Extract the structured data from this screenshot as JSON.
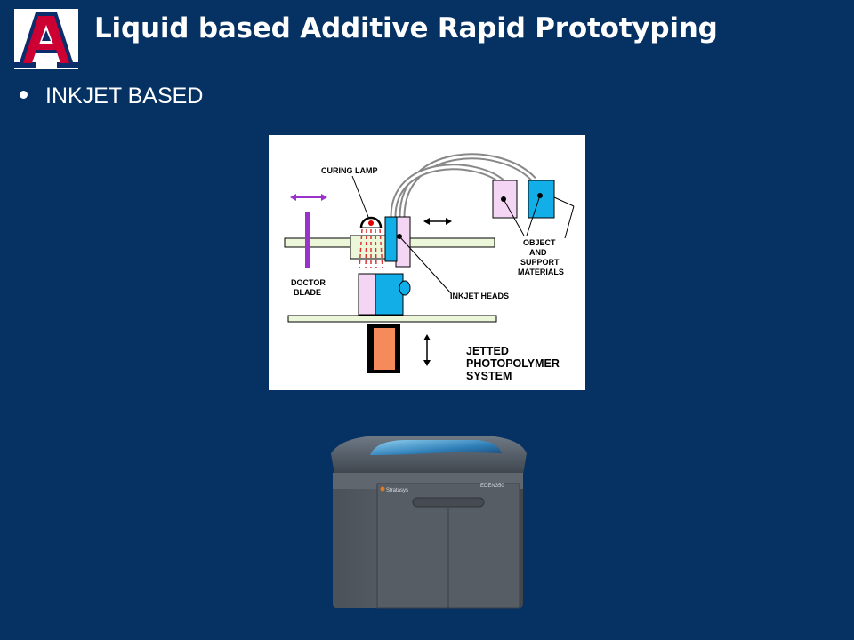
{
  "header": {
    "title": "Liquid based Additive Rapid Prototyping",
    "logo_letter": "A"
  },
  "bullets": [
    {
      "text": "INKJET BASED"
    }
  ],
  "diagram": {
    "curing_lamp": "CURING LAMP",
    "doctor_line1": "DOCTOR",
    "doctor_line2": "BLADE",
    "inkjet_heads": "INKJET HEADS",
    "materials_line1": "OBJECT",
    "materials_line2": "AND",
    "materials_line3": "SUPPORT",
    "materials_line4": "MATERIALS",
    "system_line1": "JETTED",
    "system_line2": "PHOTOPOLYMER",
    "system_line3": "SYSTEM"
  },
  "printer": {
    "brand": "Stratasys",
    "model": "EDEN350"
  },
  "colors": {
    "background": "#063163",
    "logo_red": "#cc0033",
    "blade_purple": "#9933cc",
    "head_cyan": "#12aee8",
    "material_pink": "#f4d6f4",
    "part_orange": "#f58a5a"
  }
}
